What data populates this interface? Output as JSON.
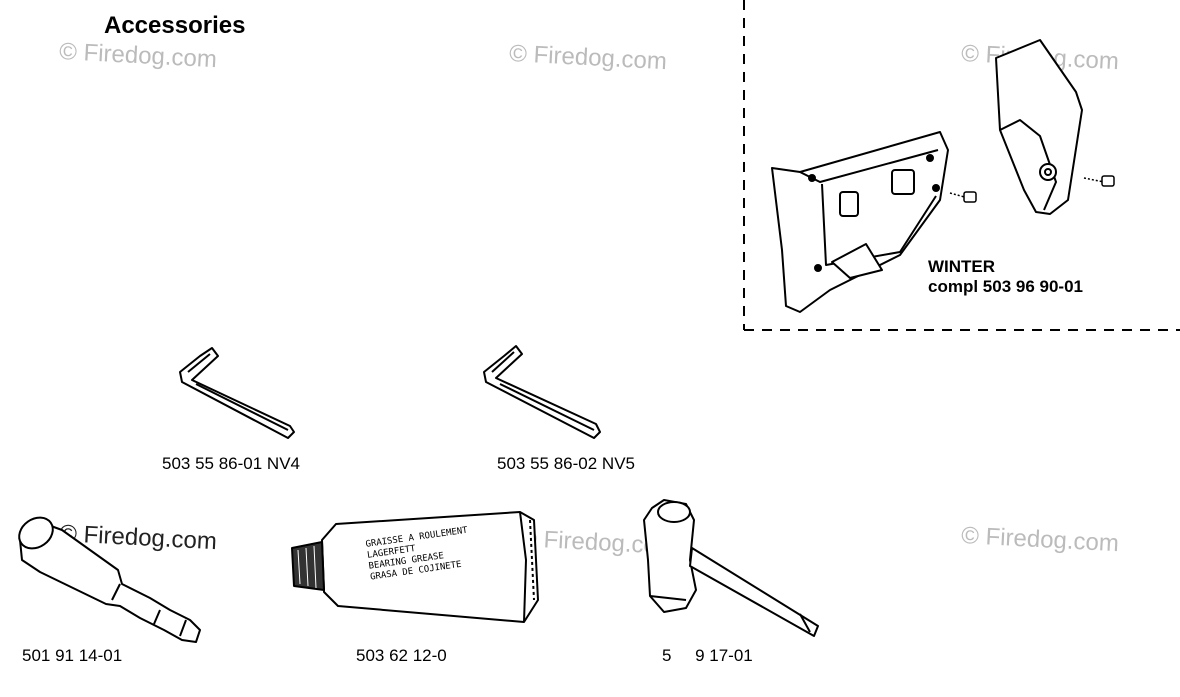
{
  "title": "Accessories",
  "watermark": "© Firedog.com",
  "winter_box": {
    "line1": "WINTER",
    "line2": "compl 503 96 90-01"
  },
  "parts": [
    {
      "name": "hex-key-nv4",
      "part_no": "503 55 86-01 NV4"
    },
    {
      "name": "hex-key-nv5",
      "part_no": "503 55 86-02 NV5"
    },
    {
      "name": "grease-gun",
      "part_no": "501 91 14-01"
    },
    {
      "name": "bearing-grease-tube",
      "part_no": "503 62 12-0"
    },
    {
      "name": "combination-spanner",
      "part_no": "5     9 17-01"
    }
  ],
  "grease_tube_text": [
    "GRAISSE A ROULEMENT",
    "LAGERFETT",
    "BEARING GREASE",
    "GRASA DE COJINETE"
  ]
}
